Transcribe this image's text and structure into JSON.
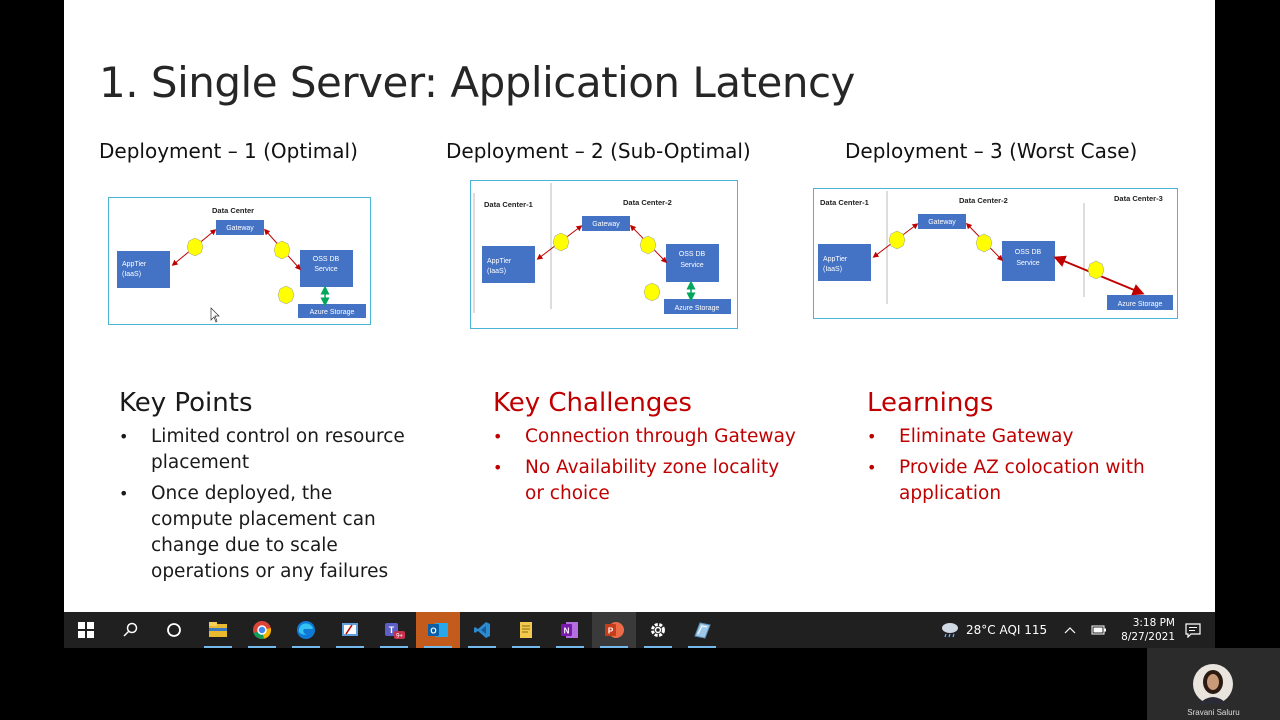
{
  "slide": {
    "title": "1. Single Server: Application Latency",
    "deployments": [
      {
        "label": "Deployment – 1 (Optimal)",
        "data_centers": [
          "Data Center"
        ],
        "apptier": [
          "AppTier",
          "(IaaS)"
        ],
        "gateway": "Gateway",
        "oss": [
          "OSS DB",
          "Service"
        ],
        "storage": "Azure Storage"
      },
      {
        "label": "Deployment – 2 (Sub-Optimal)",
        "data_centers": [
          "Data Center-1",
          "Data Center-2"
        ],
        "apptier": [
          "AppTier",
          "(IaaS)"
        ],
        "gateway": "Gateway",
        "oss": [
          "OSS DB",
          "Service"
        ],
        "storage": "Azure Storage"
      },
      {
        "label": "Deployment – 3 (Worst Case)",
        "data_centers": [
          "Data Center-1",
          "Data Center-2",
          "Data Center-3"
        ],
        "apptier": [
          "AppTier",
          "(IaaS)"
        ],
        "gateway": "Gateway",
        "oss": [
          "OSS DB",
          "Service"
        ],
        "storage": "Azure Storage"
      }
    ],
    "key_points": {
      "title": "Key Points",
      "items": [
        "Limited control on resource placement",
        "Once deployed, the compute placement can change due to scale operations or any failures"
      ]
    },
    "key_challenges": {
      "title": "Key Challenges",
      "items": [
        "Connection through Gateway",
        "No Availability zone locality or choice"
      ]
    },
    "learnings": {
      "title": "Learnings",
      "items": [
        "Eliminate Gateway",
        "Provide AZ colocation with application"
      ]
    },
    "colors": {
      "box": "#4472c4",
      "hexagon": "#ffff00",
      "arrow": "#c00000",
      "accent_red": "#c00000",
      "border": "#4bb3d6"
    }
  },
  "taskbar": {
    "apps": [
      {
        "name": "start-icon",
        "running": false
      },
      {
        "name": "search-icon",
        "running": false
      },
      {
        "name": "cortana-icon",
        "running": false
      },
      {
        "name": "file-explorer-icon",
        "running": true
      },
      {
        "name": "chrome-icon",
        "running": true
      },
      {
        "name": "edge-icon",
        "running": true
      },
      {
        "name": "snipping-tool-icon",
        "running": true
      },
      {
        "name": "teams-icon",
        "running": true,
        "badge": "9+"
      },
      {
        "name": "outlook-icon",
        "running": true
      },
      {
        "name": "visual-studio-code-icon",
        "running": true
      },
      {
        "name": "notes-icon",
        "running": true
      },
      {
        "name": "onenote-icon",
        "running": true
      },
      {
        "name": "powerpoint-icon",
        "running": true
      },
      {
        "name": "settings-icon",
        "running": true
      },
      {
        "name": "remote-desktop-icon",
        "running": true
      }
    ],
    "weather": "28°C  AQI 115",
    "time": "3:18 PM",
    "date": "8/27/2021"
  },
  "video": {
    "participant": "Sravani Saluru"
  }
}
